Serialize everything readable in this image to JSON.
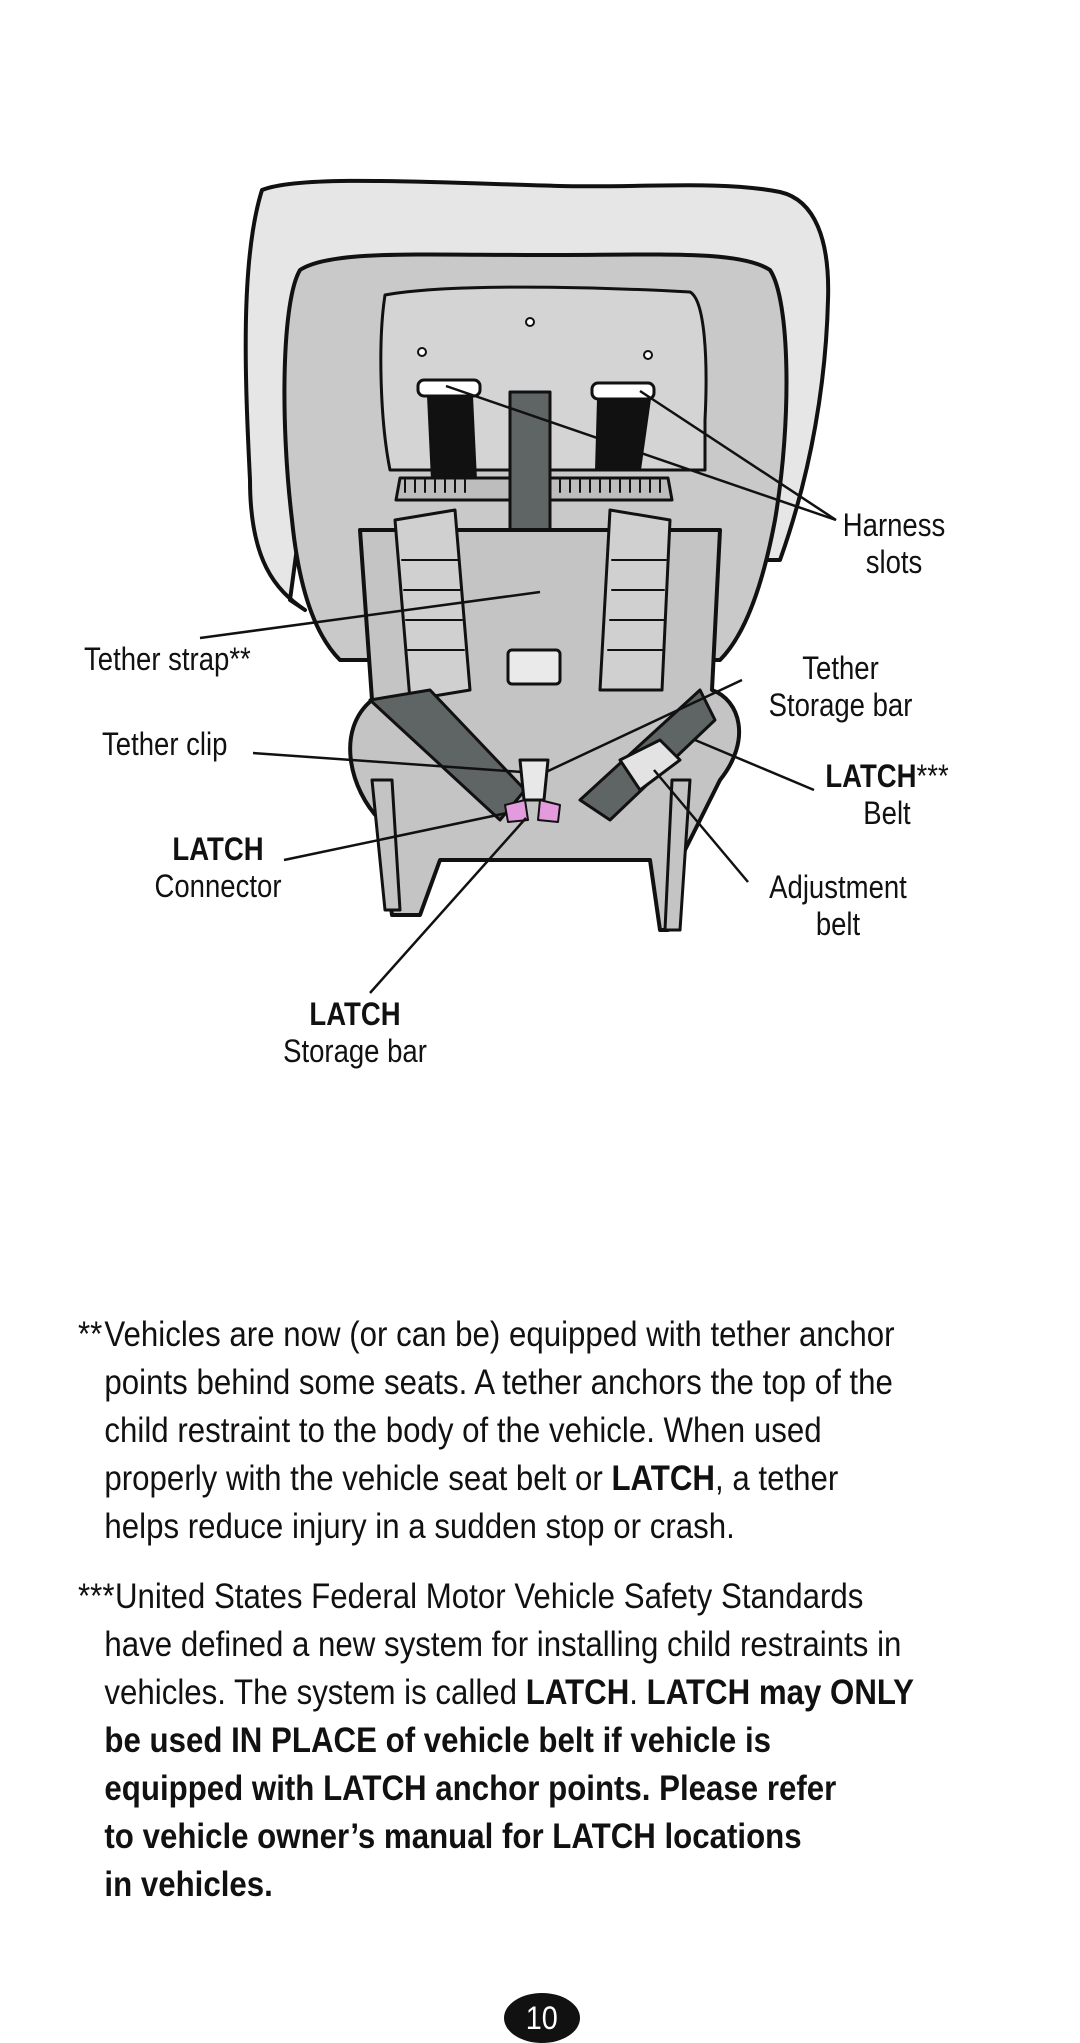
{
  "diagram": {
    "labels": {
      "harness_slots": [
        "Harness",
        "slots"
      ],
      "tether_strap": "Tether strap**",
      "tether_storage_bar": [
        "Tether",
        "Storage bar"
      ],
      "tether_clip": "Tether clip",
      "latch_belt": {
        "bold": "LATCH",
        "suffix": "***",
        "line2": "Belt"
      },
      "latch_connector": {
        "bold": "LATCH",
        "line2": "Connector"
      },
      "adjustment_belt": [
        "Adjustment",
        "belt"
      ],
      "latch_storage_bar": {
        "bold": "LATCH",
        "line2": "Storage bar"
      }
    }
  },
  "notes": {
    "note1": {
      "marker": "**",
      "l1": "Vehicles are now (or can be) equipped with tether anchor",
      "l2": "points behind some seats. A tether anchors the top of the",
      "l3": "child restraint to the body of the vehicle. When used",
      "l4_pre": "properly with the vehicle seat belt or ",
      "l4_bold": "LATCH",
      "l4_post": ", a tether",
      "l5": "helps reduce injury in a sudden stop or crash."
    },
    "note2": {
      "marker": "***",
      "l1": "United States Federal Motor Vehicle Safety Standards",
      "l2": "have defined a new system for installing child restraints in",
      "l3_pre": "vehicles. The system is called ",
      "l3_bold1": "LATCH",
      "l3_mid": ". ",
      "l3_bold2": "LATCH may ONLY",
      "l4": "be used IN PLACE of vehicle belt if vehicle is",
      "l5": "equipped with LATCH anchor points. Please refer",
      "l6": "to vehicle owner’s manual for LATCH locations",
      "l7": "in vehicles."
    }
  },
  "page_number": "10"
}
